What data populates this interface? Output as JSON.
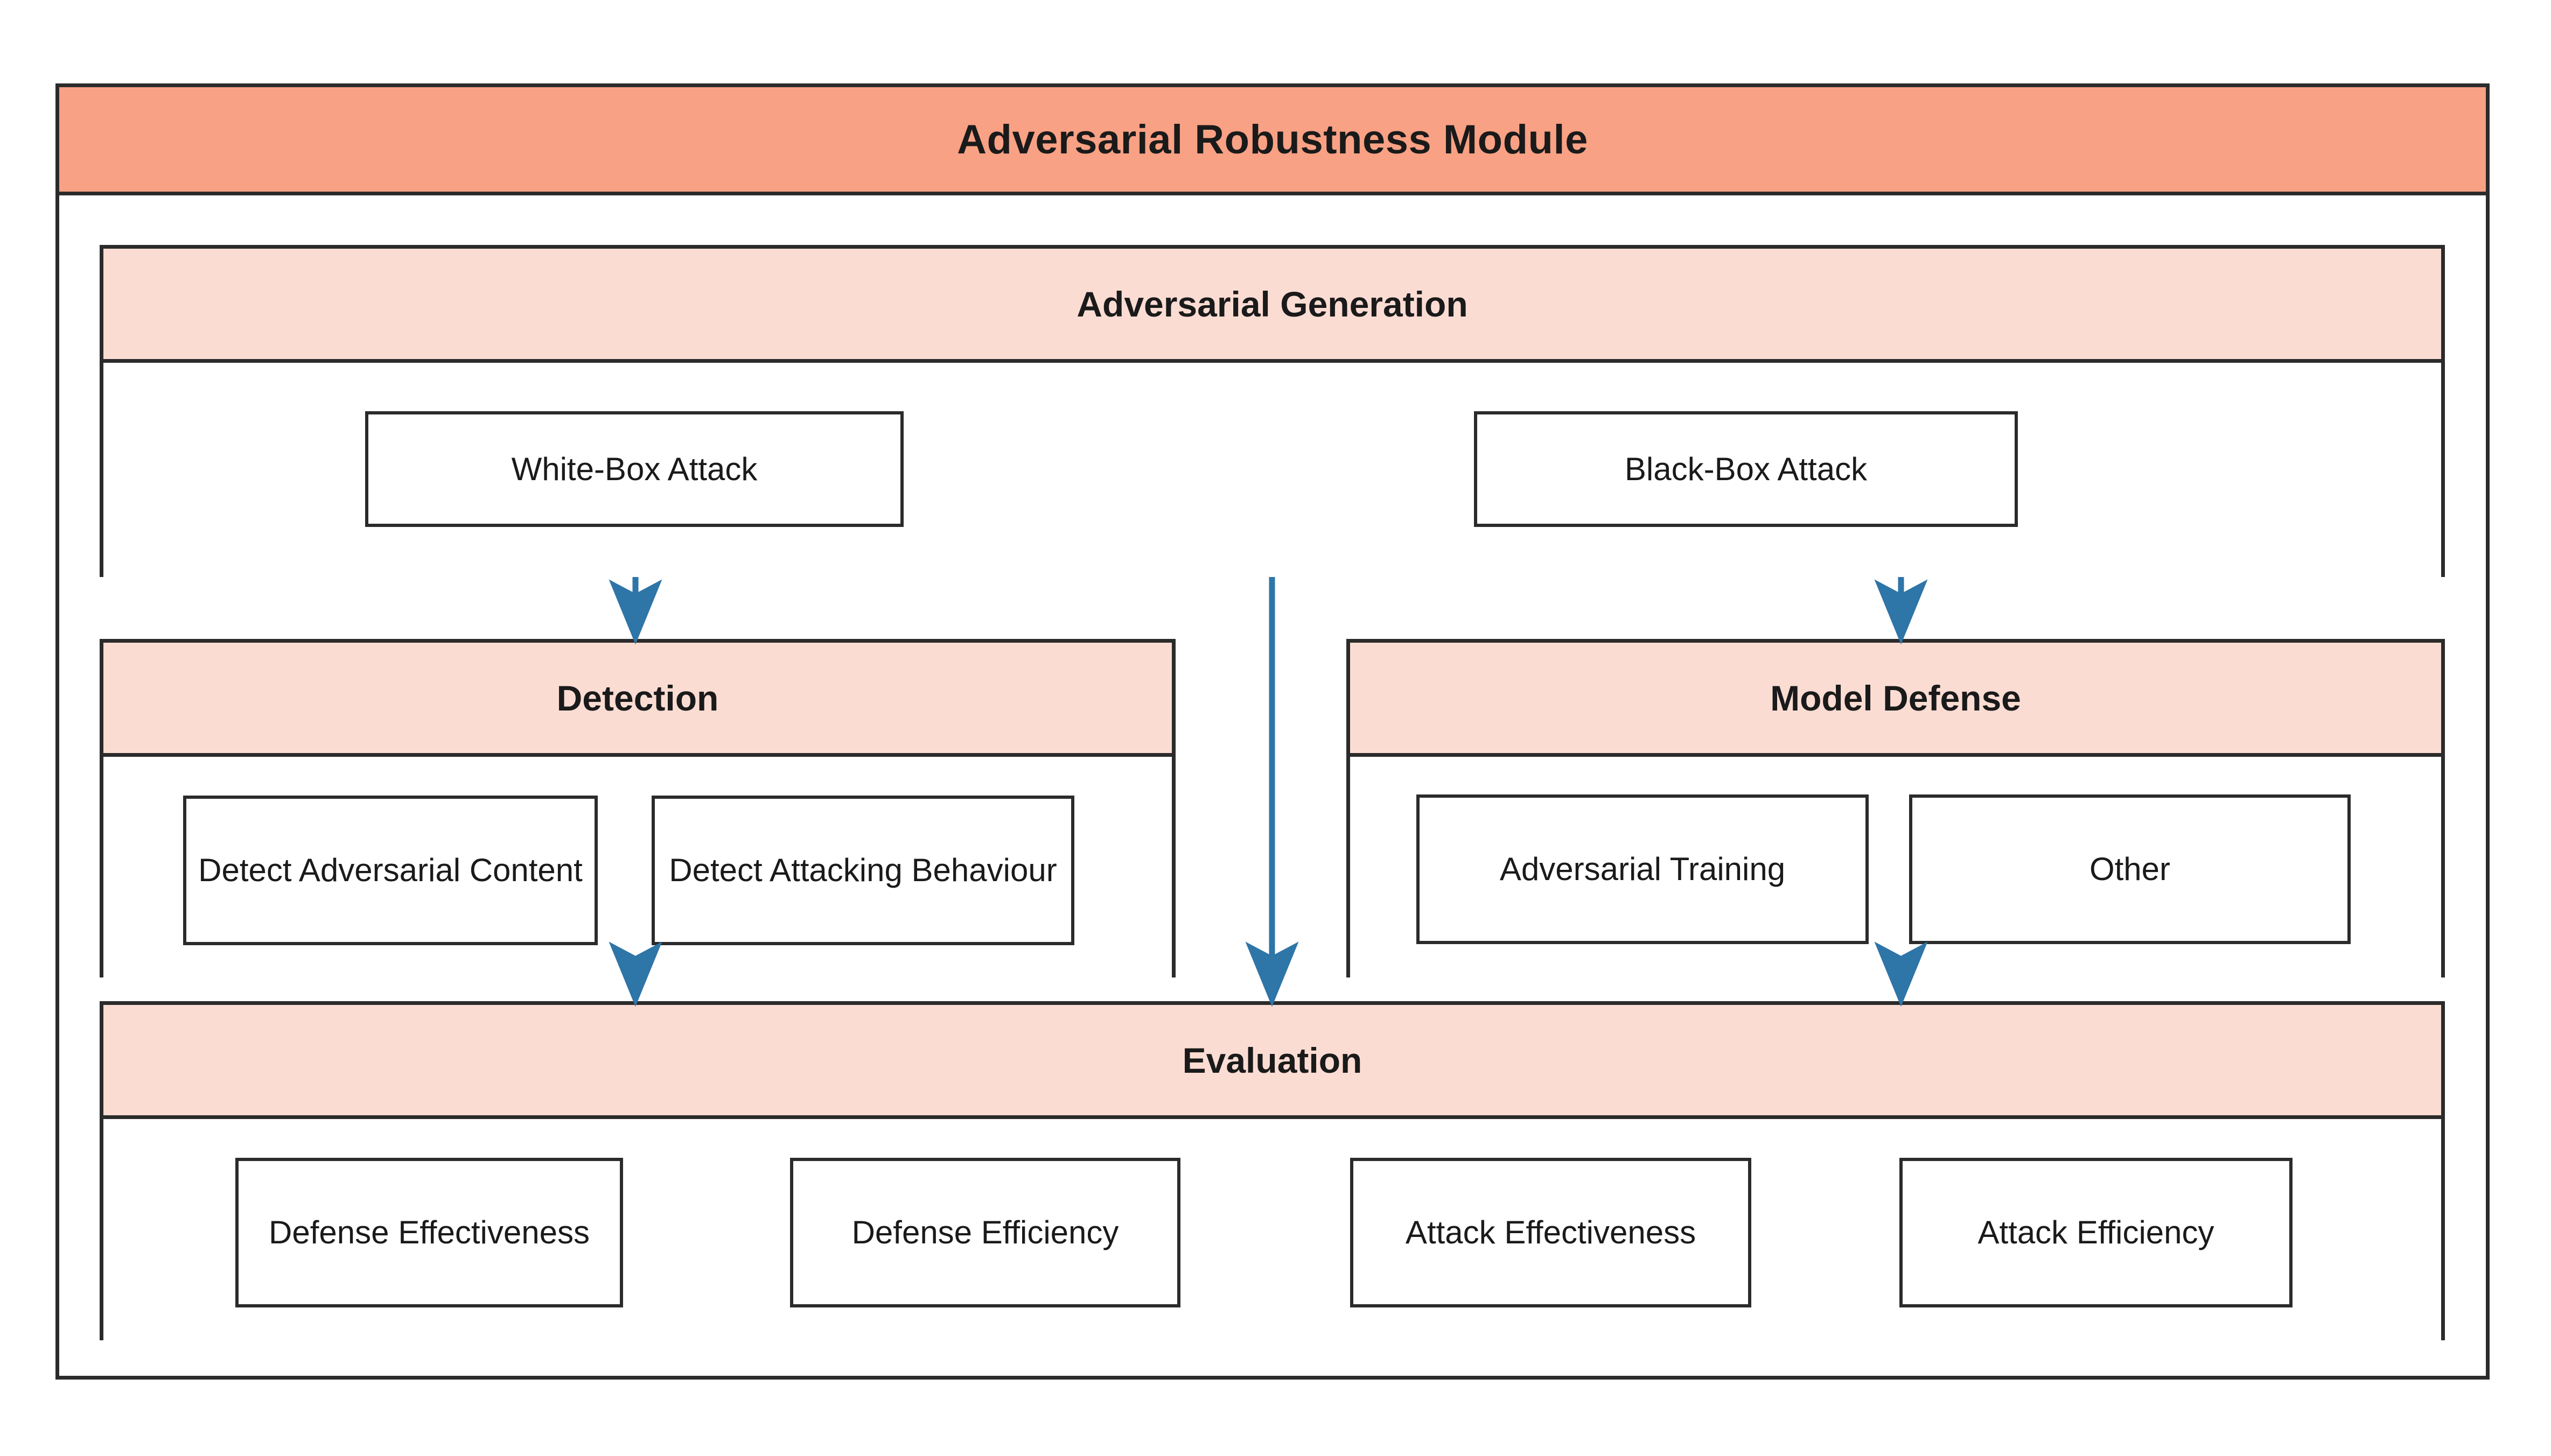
{
  "module": {
    "title": "Adversarial Robustness Module",
    "colors": {
      "module_header_fill": "#F9A184",
      "section_header_fill": "#FBDCD3",
      "border": "#2b2b2b",
      "arrow": "#2E75A8",
      "node_fill": "#FFFFFF"
    }
  },
  "sections": {
    "generation": {
      "title": "Adversarial Generation",
      "nodes": [
        {
          "label": "White-Box Attack"
        },
        {
          "label": "Black-Box Attack"
        }
      ]
    },
    "detection": {
      "title": "Detection",
      "nodes": [
        {
          "label": "Detect Adversarial Content"
        },
        {
          "label": "Detect Attacking Behaviour"
        }
      ]
    },
    "defense": {
      "title": "Model Defense",
      "nodes": [
        {
          "label": "Adversarial Training"
        },
        {
          "label": "Other"
        }
      ]
    },
    "evaluation": {
      "title": "Evaluation",
      "nodes": [
        {
          "label": "Defense Effectiveness"
        },
        {
          "label": "Defense Efficiency"
        },
        {
          "label": "Attack Effectiveness"
        },
        {
          "label": "Attack Efficiency"
        }
      ]
    }
  },
  "arrows": [
    {
      "name": "generation-to-detection",
      "from": "Adversarial Generation",
      "to": "Detection"
    },
    {
      "name": "generation-to-evaluation",
      "from": "Adversarial Generation",
      "to": "Evaluation"
    },
    {
      "name": "generation-to-model-defense",
      "from": "Adversarial Generation",
      "to": "Model Defense"
    },
    {
      "name": "detection-to-evaluation",
      "from": "Detection",
      "to": "Evaluation"
    },
    {
      "name": "model-defense-to-evaluation",
      "from": "Model Defense",
      "to": "Evaluation"
    }
  ]
}
